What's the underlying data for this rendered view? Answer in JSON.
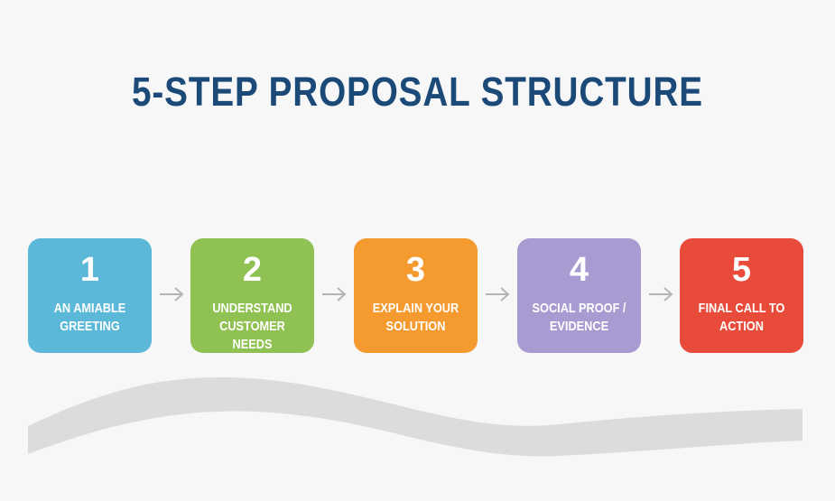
{
  "title": "5-STEP PROPOSAL STRUCTURE",
  "steps": [
    {
      "number": "1",
      "label": "AN AMIABLE GREETING",
      "color": "#5bb8d8"
    },
    {
      "number": "2",
      "label": "UNDERSTAND CUSTOMER NEEDS",
      "color": "#8fc153"
    },
    {
      "number": "3",
      "label": "EXPLAIN YOUR SOLUTION",
      "color": "#f49a2e"
    },
    {
      "number": "4",
      "label": "SOCIAL PROOF / EVIDENCE",
      "color": "#a89bd1"
    },
    {
      "number": "5",
      "label": "FINAL CALL TO ACTION",
      "color": "#e94b3a"
    }
  ],
  "colors": {
    "title": "#1b4a78",
    "arrow": "#b5b5b5",
    "wave": "#dcdcdc"
  }
}
